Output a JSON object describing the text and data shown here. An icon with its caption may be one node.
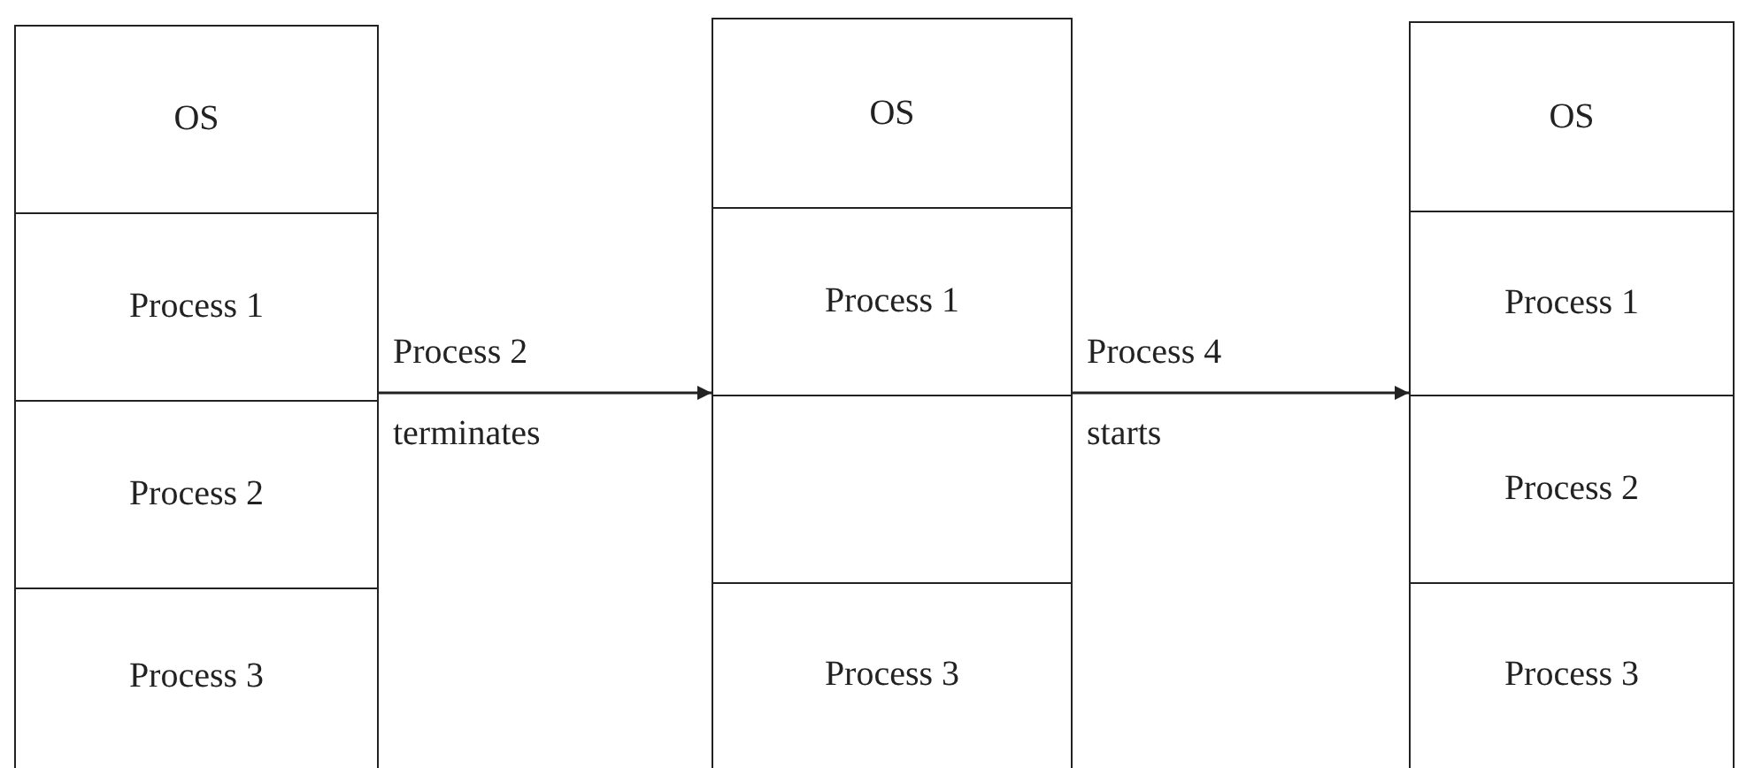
{
  "diagram": {
    "nodes": [
      {
        "text": [],
        "shape": "box"
      },
      {
        "text": [
          "OS"
        ],
        "in": 0
      },
      {
        "text": [
          "Process 1"
        ],
        "in": 0
      },
      {
        "text": [
          "Process 2"
        ],
        "in": 0
      },
      {
        "text": [
          "Process 3"
        ],
        "in": 0
      },
      {
        "text": [],
        "shape": "box"
      },
      {
        "text": [
          "OS"
        ],
        "in": 5
      },
      {
        "text": [
          "Process 1"
        ],
        "in": 5
      },
      {
        "text": [],
        "shape": "box",
        "in": 5
      },
      {
        "text": [
          "Process 3"
        ],
        "in": 5
      },
      {
        "text": [],
        "shape": "box"
      },
      {
        "text": [
          "OS"
        ],
        "in": 10
      },
      {
        "text": [
          "Process 1"
        ],
        "in": 10
      },
      {
        "text": [
          "Process 2"
        ],
        "in": 10
      },
      {
        "text": [
          "Process 3"
        ],
        "in": 10
      }
    ],
    "edges": [
      {
        "from": 0,
        "to": 5,
        "arrow": "to",
        "label": "Process 2 terminates"
      },
      {
        "from": 5,
        "to": 10,
        "arrow": "to",
        "label": "Process 4 starts"
      }
    ]
  }
}
